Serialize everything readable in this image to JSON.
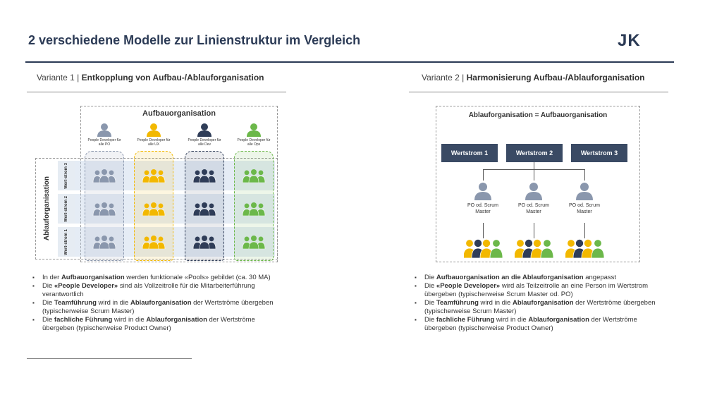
{
  "header": {
    "title": "2 verschiedene Modelle zur Linienstruktur im Vergleich",
    "logo": "JK"
  },
  "left": {
    "subtitle_prefix": "Variante 1 | ",
    "subtitle_bold": "Entkopplung von Aufbau-/Ablauforganisation",
    "aufbau_label": "Aufbauorganisation",
    "ablauf_label": "Ablauforganisation",
    "columns": [
      {
        "label": "People Developer für alle PO",
        "color": "#8a97ad"
      },
      {
        "label": "People Developer für alle UX",
        "color": "#f2b800"
      },
      {
        "label": "People Developer für alle Dev",
        "color": "#2f3d58"
      },
      {
        "label": "People Developer für alle Ops",
        "color": "#6cb84a"
      }
    ],
    "rows": [
      "Wert-strom 3",
      "Wert-strom 2",
      "Wert-strom 1"
    ],
    "bullets": [
      [
        {
          "t": "In der "
        },
        {
          "b": "Aufbauorganisation"
        },
        {
          "t": " werden funktionale «Pools» gebildet (ca. 30 MA)"
        }
      ],
      [
        {
          "t": "Die "
        },
        {
          "b": "«People Developer»"
        },
        {
          "t": " sind als Vollzeitrolle für die Mitarbeiterführung verantwortlich"
        }
      ],
      [
        {
          "t": "Die "
        },
        {
          "b": "Teamführung"
        },
        {
          "t": " wird in die "
        },
        {
          "b": "Ablauforganisation"
        },
        {
          "t": " der Wertströme übergeben (typischerweise Scrum Master)"
        }
      ],
      [
        {
          "t": "Die "
        },
        {
          "b": "fachliche Führung"
        },
        {
          "t": " wird in die "
        },
        {
          "b": "Ablauforganisation"
        },
        {
          "t": " der Wertströme übergeben (typischerweise Product Owner)"
        }
      ]
    ]
  },
  "right": {
    "subtitle_prefix": "Variante 2 | ",
    "subtitle_bold": "Harmonisierung Aufbau-/Ablauforganisation",
    "box_title": "Ablauforganisation = Aufbauorganisation",
    "streams": [
      "Wertstrom 1",
      "Wertstrom 2",
      "Wertstrom 3"
    ],
    "roles": [
      "PO od. Scrum Master",
      "PO od. Scrum Master",
      "PO od. Scrum Master"
    ],
    "bullets": [
      [
        {
          "t": "Die "
        },
        {
          "b": "Aufbauorganisation an die Ablauforganisation"
        },
        {
          "t": " angepasst"
        }
      ],
      [
        {
          "t": "Die "
        },
        {
          "b": "«People Developer»"
        },
        {
          "t": " wird als Teilzeitrolle an eine Person im Wertstrom übergeben (typischerweise Scrum Master od. PO)"
        }
      ],
      [
        {
          "t": "Die "
        },
        {
          "b": "Teamführung"
        },
        {
          "t": " wird in die "
        },
        {
          "b": "Ablauforganisation"
        },
        {
          "t": " der Wertströme übergeben (typischerweise Scrum Master)"
        }
      ],
      [
        {
          "t": "Die "
        },
        {
          "b": "fachliche Führung"
        },
        {
          "t": " wird in die "
        },
        {
          "b": "Ablauforganisation"
        },
        {
          "t": " der Wertströme übergeben (typischerweise Product Owner)"
        }
      ]
    ]
  }
}
